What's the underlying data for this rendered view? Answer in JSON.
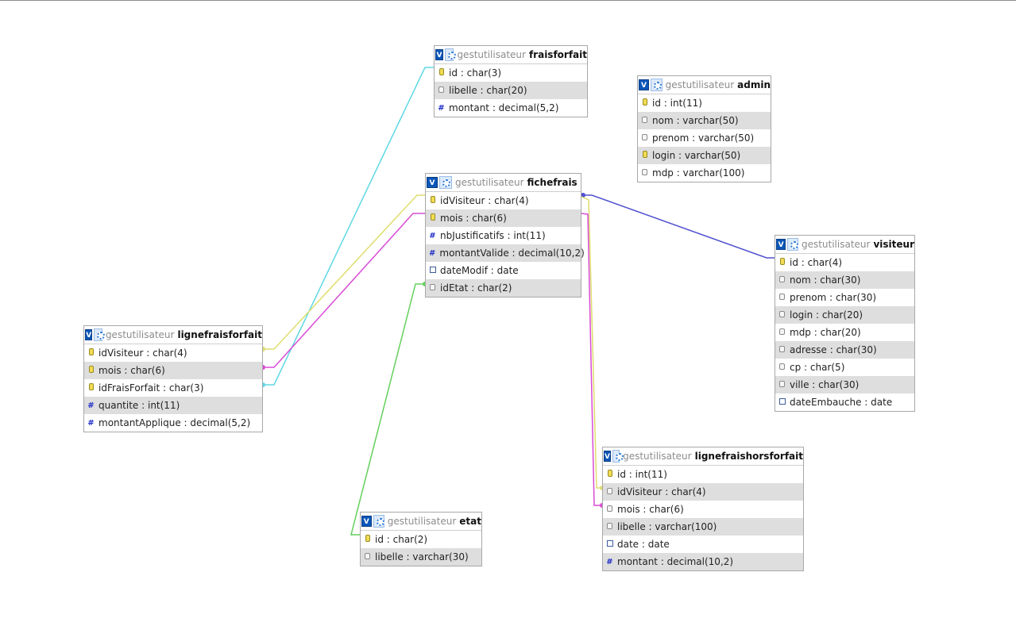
{
  "colors": {
    "border": "#a8a8a8",
    "row_alt": "#dedede",
    "db_text": "#8c8c8c",
    "rel_cyan": "#5ed8e4",
    "rel_yellow": "#dede6e",
    "rel_magenta": "#d94bd6",
    "rel_green": "#63d15a",
    "rel_blue": "#5050d0"
  },
  "tables": {
    "fraisforfait": {
      "db": "gestutilisateur",
      "name": "fraisforfait",
      "fields": [
        {
          "label": "id : char(3)",
          "icon": "key-icon"
        },
        {
          "label": "libelle : char(20)",
          "icon": "text-field-icon"
        },
        {
          "label": "montant : decimal(5,2)",
          "icon": "numeric-icon"
        }
      ]
    },
    "admin": {
      "db": "gestutilisateur",
      "name": "admin",
      "fields": [
        {
          "label": "id : int(11)",
          "icon": "key-icon"
        },
        {
          "label": "nom : varchar(50)",
          "icon": "text-field-icon"
        },
        {
          "label": "prenom : varchar(50)",
          "icon": "text-field-icon"
        },
        {
          "label": "login : varchar(50)",
          "icon": "key-icon"
        },
        {
          "label": "mdp : varchar(100)",
          "icon": "text-field-icon"
        }
      ]
    },
    "fichefrais": {
      "db": "gestutilisateur",
      "name": "fichefrais",
      "fields": [
        {
          "label": "idVisiteur : char(4)",
          "icon": "key-icon"
        },
        {
          "label": "mois : char(6)",
          "icon": "key-icon"
        },
        {
          "label": "nbJustificatifs : int(11)",
          "icon": "numeric-icon"
        },
        {
          "label": "montantValide : decimal(10,2)",
          "icon": "numeric-icon"
        },
        {
          "label": "dateModif : date",
          "icon": "date-icon"
        },
        {
          "label": "idEtat : char(2)",
          "icon": "text-field-icon"
        }
      ]
    },
    "visiteur": {
      "db": "gestutilisateur",
      "name": "visiteur",
      "fields": [
        {
          "label": "id : char(4)",
          "icon": "key-icon"
        },
        {
          "label": "nom : char(30)",
          "icon": "text-field-icon"
        },
        {
          "label": "prenom : char(30)",
          "icon": "text-field-icon"
        },
        {
          "label": "login : char(20)",
          "icon": "text-field-icon"
        },
        {
          "label": "mdp : char(20)",
          "icon": "text-field-icon"
        },
        {
          "label": "adresse : char(30)",
          "icon": "text-field-icon"
        },
        {
          "label": "cp : char(5)",
          "icon": "text-field-icon"
        },
        {
          "label": "ville : char(30)",
          "icon": "text-field-icon"
        },
        {
          "label": "dateEmbauche : date",
          "icon": "date-icon"
        }
      ]
    },
    "lignefraisforfait": {
      "db": "gestutilisateur",
      "name": "lignefraisforfait",
      "fields": [
        {
          "label": "idVisiteur : char(4)",
          "icon": "key-icon"
        },
        {
          "label": "mois : char(6)",
          "icon": "key-icon"
        },
        {
          "label": "idFraisForfait : char(3)",
          "icon": "key-icon"
        },
        {
          "label": "quantite : int(11)",
          "icon": "numeric-icon"
        },
        {
          "label": "montantApplique : decimal(5,2)",
          "icon": "numeric-icon"
        }
      ]
    },
    "lignefraishorsforfait": {
      "db": "gestutilisateur",
      "name": "lignefraishorsforfait",
      "fields": [
        {
          "label": "id : int(11)",
          "icon": "key-icon"
        },
        {
          "label": "idVisiteur : char(4)",
          "icon": "text-field-icon"
        },
        {
          "label": "mois : char(6)",
          "icon": "text-field-icon"
        },
        {
          "label": "libelle : varchar(100)",
          "icon": "text-field-icon"
        },
        {
          "label": "date : date",
          "icon": "date-icon"
        },
        {
          "label": "montant : decimal(10,2)",
          "icon": "numeric-icon"
        }
      ]
    },
    "etat": {
      "db": "gestutilisateur",
      "name": "etat",
      "fields": [
        {
          "label": "id : char(2)",
          "icon": "key-icon"
        },
        {
          "label": "libelle : varchar(30)",
          "icon": "text-field-icon"
        }
      ]
    }
  },
  "relations": [
    {
      "from": "lignefraisforfait.idVisiteur",
      "to": "fichefrais.idVisiteur",
      "color": "#dede6e"
    },
    {
      "from": "lignefraisforfait.mois",
      "to": "fichefrais.mois",
      "color": "#d94bd6"
    },
    {
      "from": "lignefraisforfait.idFraisForfait",
      "to": "fraisforfait.id",
      "color": "#5ed8e4"
    },
    {
      "from": "fichefrais.idVisiteur",
      "to": "visiteur.id",
      "color": "#5050d0"
    },
    {
      "from": "fichefrais.idEtat",
      "to": "etat.id",
      "color": "#63d15a"
    },
    {
      "from": "lignefraishorsforfait.idVisiteur",
      "to": "fichefrais.idVisiteur",
      "color": "#dede6e"
    },
    {
      "from": "lignefraishorsforfait.mois",
      "to": "fichefrais.mois",
      "color": "#d94bd6"
    }
  ]
}
